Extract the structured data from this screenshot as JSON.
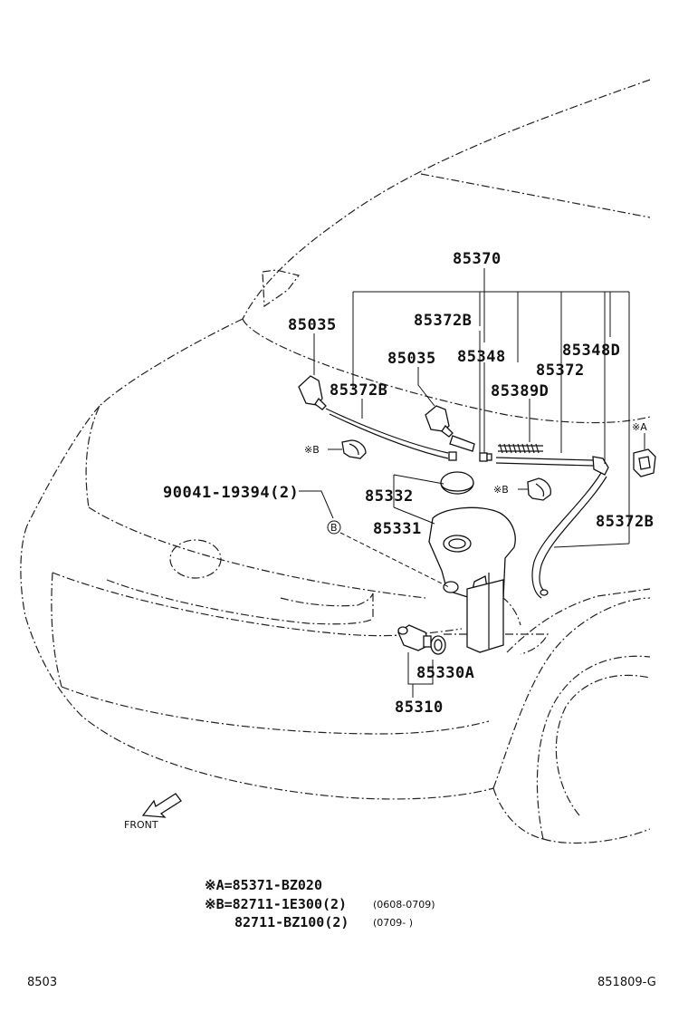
{
  "diagram": {
    "part_labels": {
      "p85370": "85370",
      "p85035_left": "85035",
      "p85372b_top": "85372B",
      "p85035_mid": "85035",
      "p85348": "85348",
      "p85348d": "85348D",
      "p85372b_left": "85372B",
      "p85372": "85372",
      "p85389d": "85389D",
      "p85332": "85332",
      "p85331": "85331",
      "p90041": "90041-19394(2)",
      "p85372b_right": "85372B",
      "p85330a": "85330A",
      "p85310": "85310"
    },
    "callouts": {
      "xa": "※A",
      "xb_left": "※B",
      "xb_right": "※B",
      "b_circle": "B"
    },
    "front_label": "FRONT",
    "notes": {
      "line1": "※A=85371-BZ020",
      "line2": "※B=82711-1E300(2)",
      "line2_range": "(0608-0709)",
      "line3": "82711-BZ100(2)",
      "line3_range": "(0709-      )"
    },
    "footer": {
      "left_code": "8503",
      "right_code": "851809-G"
    }
  }
}
